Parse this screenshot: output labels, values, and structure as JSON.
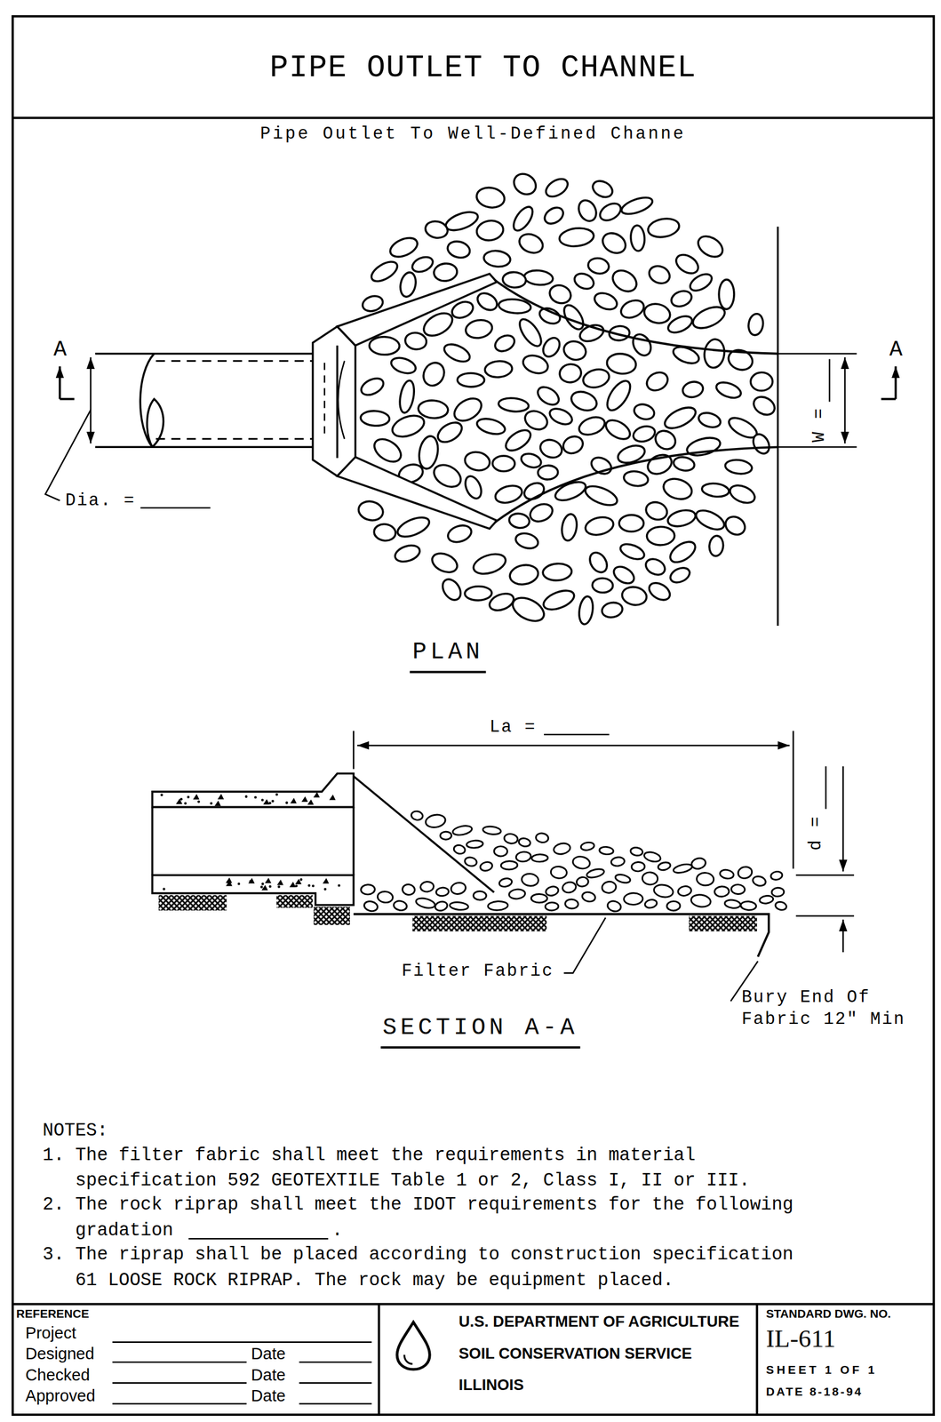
{
  "diagram": {
    "title": "PIPE OUTLET TO CHANNEL",
    "nodes": [
      {
        "text": [
          "REFERENCE",
          "Project",
          "Designed",
          "Date",
          "Checked",
          "Date",
          "Approved",
          "Date"
        ]
      },
      {
        "text": [
          "U.S. DEPARTMENT OF AGRICULTURE SOIL CONSERVATION SERVICE ILLINOIS"
        ]
      },
      {
        "text": [
          "STANDARD DWG. NO.",
          "IL-611",
          "SHEET 1 OF 1",
          "DATE 8-18-94"
        ]
      }
    ],
    "labels": [
      "Pipe Outlet To Well-Defined Channe",
      "A",
      "A",
      "Dia. =",
      "W =",
      "PLAN",
      "La =",
      "d =",
      "Filter Fabric",
      "Bury End Of Fabric 12\" Min",
      "SECTION A-A",
      "NOTES:",
      "1. The filter fabric shall meet the requirements in material specification 592 GEOTEXTILE Table 1 or 2, Class I, II or III.",
      "2. The rock riprap shall meet the IDOT requirements for the following gradation",
      "3. The riprap shall be placed according to construction specification 61 LOOSE ROCK RIPRAP. The rock may be equipment placed.",
      "."
    ]
  }
}
